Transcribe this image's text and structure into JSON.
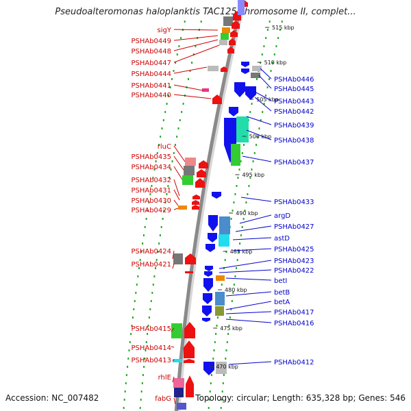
{
  "header": {
    "title": "Pseudoalteromonas haloplanktis TAC125 chromosome II, complet..."
  },
  "footer": {
    "accession": "Accession: NC_007482",
    "summary": "Topology: circular; Length: 635,328 bp; Genes: 546"
  },
  "colors": {
    "left_label": "#cc0000",
    "right_label": "#0000cc",
    "backbone": "#8a8a8a"
  },
  "scale_ticks": [
    {
      "label": "515 kbp"
    },
    {
      "label": "510 kbp"
    },
    {
      "label": "505 kbp"
    },
    {
      "label": "500 kbp"
    },
    {
      "label": "495 kbp"
    },
    {
      "label": "490 kbp"
    },
    {
      "label": "485 kbp"
    },
    {
      "label": "480 kbp"
    },
    {
      "label": "475 kbp"
    },
    {
      "label": "470 kbp"
    }
  ],
  "left_genes": [
    {
      "label": "sigY"
    },
    {
      "label": "PSHAb0449"
    },
    {
      "label": "PSHAb0448"
    },
    {
      "label": "PSHAb0447"
    },
    {
      "label": "PSHAb0444"
    },
    {
      "label": "PSHAb0441"
    },
    {
      "label": "PSHAb0440"
    },
    {
      "label": "rluC"
    },
    {
      "label": "PSHAb0435"
    },
    {
      "label": "PSHAb0434"
    },
    {
      "label": "PSHAb0432"
    },
    {
      "label": "PSHAb0431"
    },
    {
      "label": "PSHAb0430"
    },
    {
      "label": "PSHAb0429"
    },
    {
      "label": "PSHAb0424"
    },
    {
      "label": "PSHAb0421"
    },
    {
      "label": "PSHAb0415"
    },
    {
      "label": "PSHAb0414"
    },
    {
      "label": "PSHAb0413"
    },
    {
      "label": "rhlE"
    },
    {
      "label": "fabG"
    }
  ],
  "right_genes": [
    {
      "label": "PSHAb0446"
    },
    {
      "label": "PSHAb0445"
    },
    {
      "label": "PSHAb0443"
    },
    {
      "label": "PSHAb0442"
    },
    {
      "label": "PSHAb0439"
    },
    {
      "label": "PSHAb0438"
    },
    {
      "label": "PSHAb0437"
    },
    {
      "label": "PSHAb0433"
    },
    {
      "label": "argD"
    },
    {
      "label": "PSHAb0427"
    },
    {
      "label": "astD"
    },
    {
      "label": "PSHAb0425"
    },
    {
      "label": "PSHAb0423"
    },
    {
      "label": "PSHAb0422"
    },
    {
      "label": "betI"
    },
    {
      "label": "betB"
    },
    {
      "label": "betA"
    },
    {
      "label": "PSHAb0417"
    },
    {
      "label": "PSHAb0416"
    },
    {
      "label": "PSHAb0412"
    }
  ]
}
